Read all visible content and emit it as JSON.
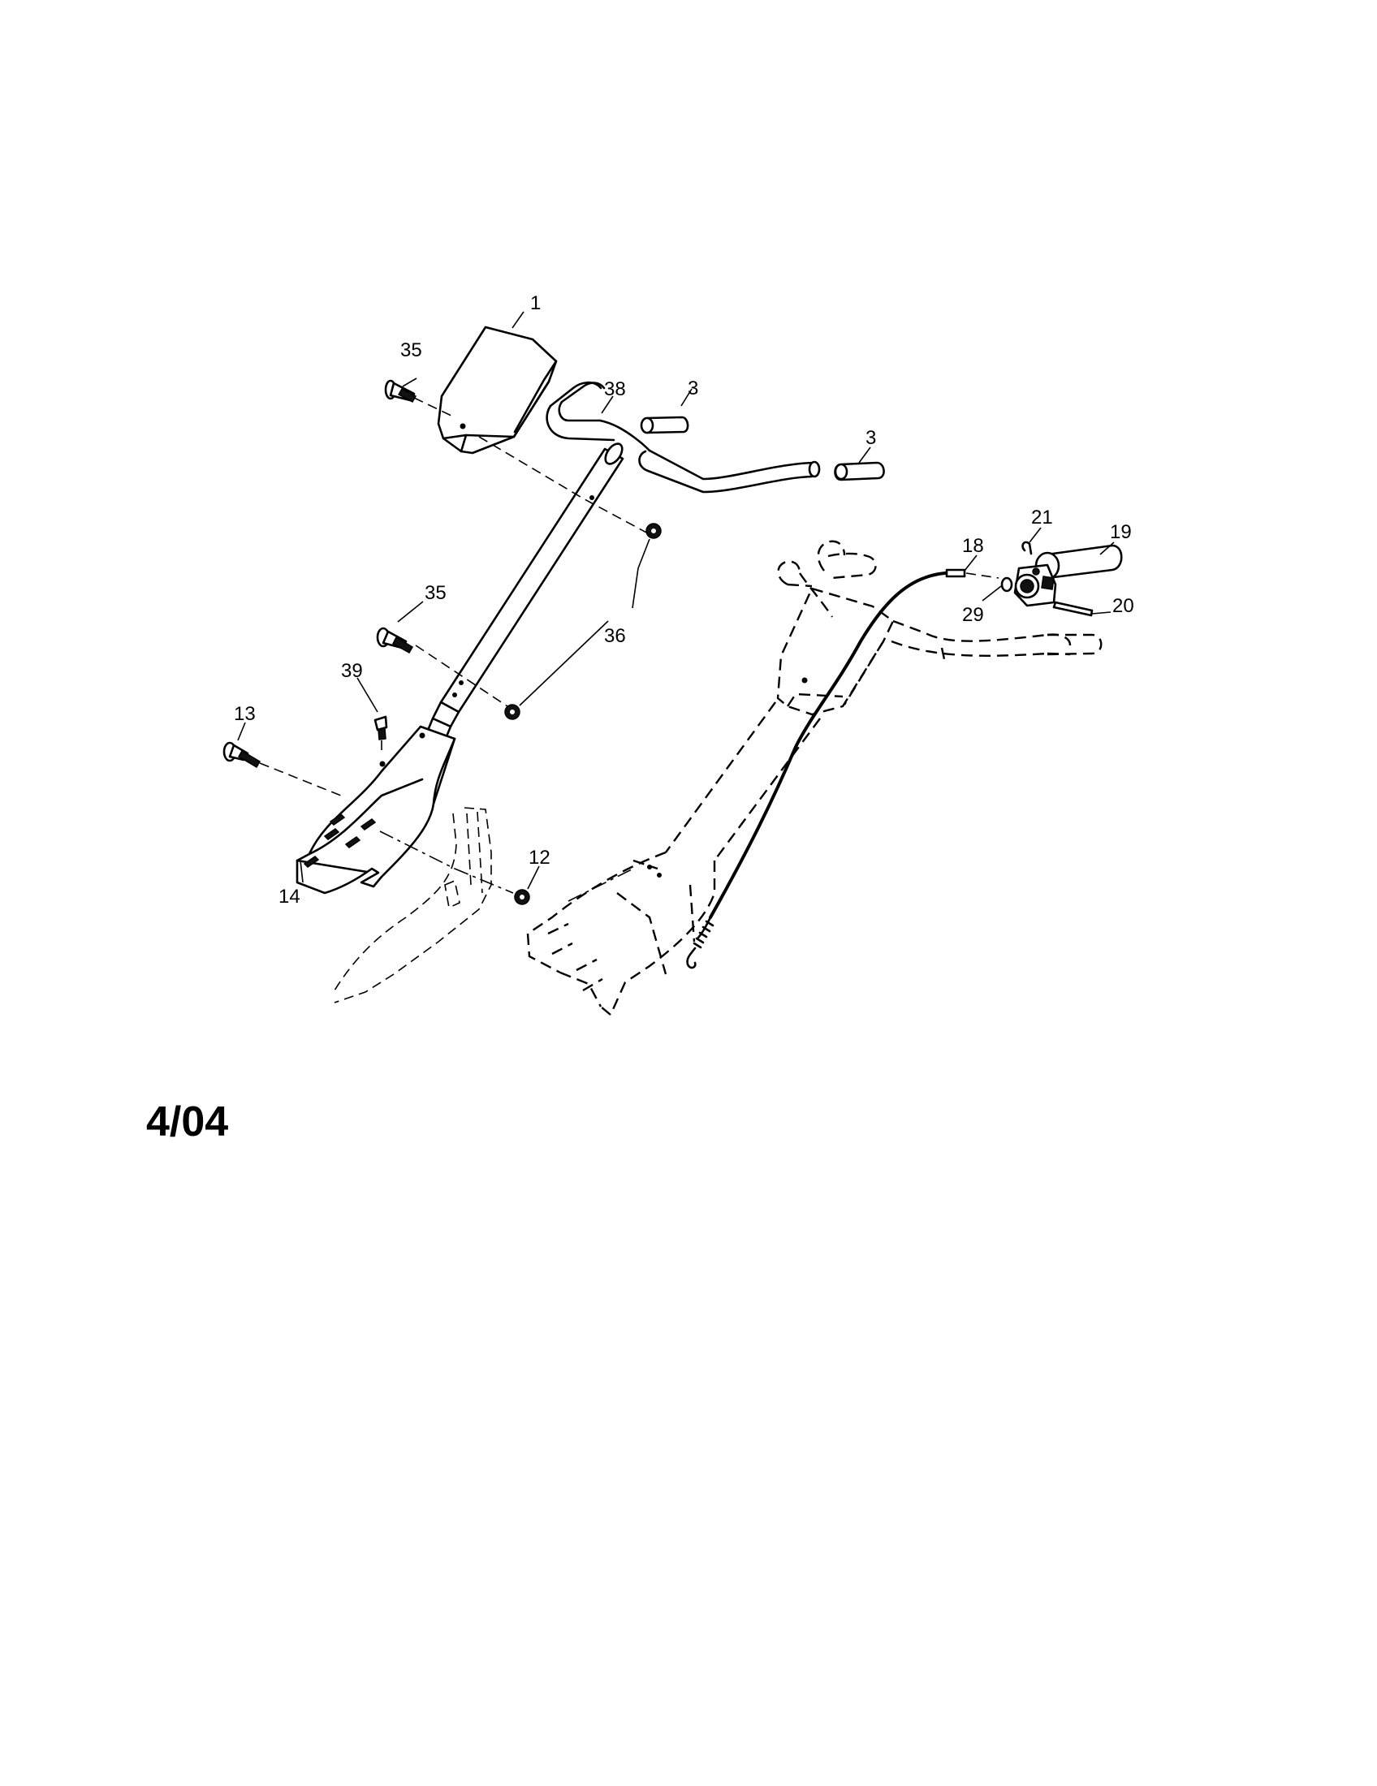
{
  "diagram": {
    "callouts": {
      "c1": "1",
      "c35a": "35",
      "c38": "38",
      "c3a": "3",
      "c3b": "3",
      "c35b": "35",
      "c36": "36",
      "c39": "39",
      "c13": "13",
      "c12": "12",
      "c14": "14",
      "c18": "18",
      "c21": "21",
      "c19": "19",
      "c29": "29",
      "c20": "20"
    },
    "date_code": "4/04"
  }
}
